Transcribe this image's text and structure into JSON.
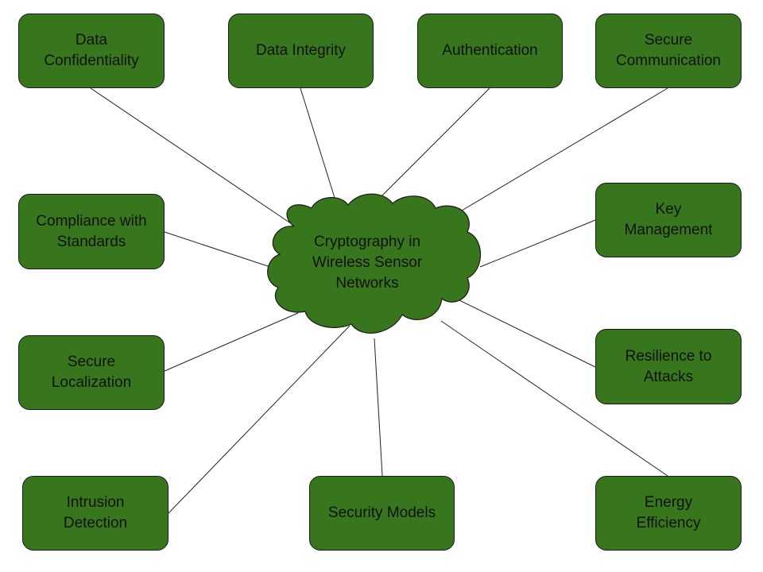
{
  "diagram": {
    "center": {
      "label": "Cryptography in Wireless Sensor Networks",
      "lines": [
        "Cryptography in",
        "Wireless Sensor",
        "Networks"
      ],
      "shape": "cloud",
      "fill": "#38761d"
    },
    "box_fill": "#38761d",
    "nodes": [
      {
        "id": "data-confidentiality",
        "label": "Data Confidentiality"
      },
      {
        "id": "data-integrity",
        "label": "Data Integrity"
      },
      {
        "id": "authentication",
        "label": "Authentication"
      },
      {
        "id": "secure-communication",
        "label": "Secure Communication"
      },
      {
        "id": "compliance-with-standards",
        "label": "Compliance with Standards"
      },
      {
        "id": "key-management",
        "label": "Key Management"
      },
      {
        "id": "secure-localization",
        "label": "Secure Localization"
      },
      {
        "id": "resilience-to-attacks",
        "label": "Resilience to Attacks"
      },
      {
        "id": "intrusion-detection",
        "label": "Intrusion Detection"
      },
      {
        "id": "security-models",
        "label": "Security Models"
      },
      {
        "id": "energy-efficiency",
        "label": "Energy Efficiency"
      }
    ]
  }
}
